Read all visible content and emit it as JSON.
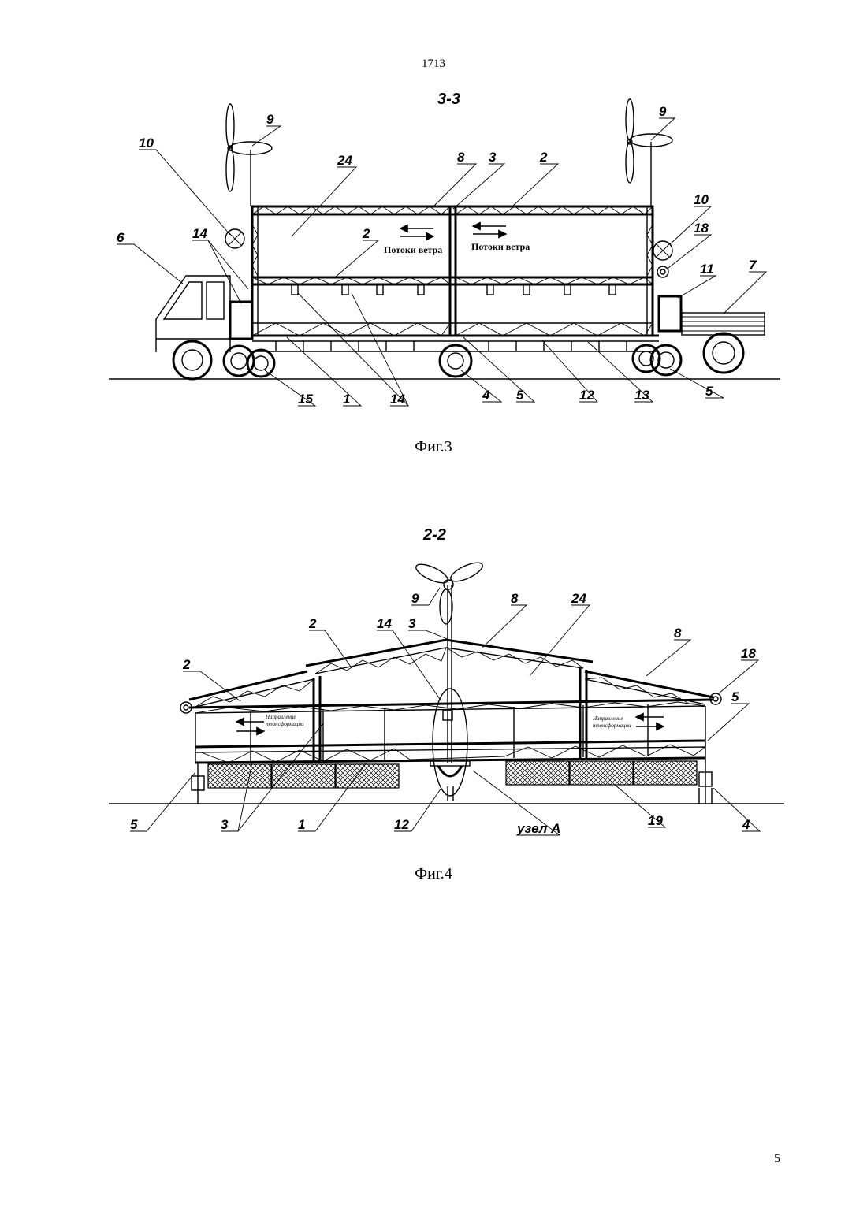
{
  "document_number": "1713",
  "page_number": "5",
  "figure3": {
    "section": "3-3",
    "caption": "Фиг.3",
    "wind_note": "Потоки ветра",
    "labels": {
      "l9a": "9",
      "l9b": "9",
      "l10a": "10",
      "l24": "24",
      "l8": "8",
      "l3": "3",
      "l2a": "2",
      "l6": "6",
      "l14a": "14",
      "l2b": "2",
      "l10b": "10",
      "l18": "18",
      "l11": "11",
      "l7": "7",
      "l15": "15",
      "l1": "1",
      "l14b": "14",
      "l4": "4",
      "l5a": "5",
      "l12": "12",
      "l13": "13",
      "l5b": "5"
    }
  },
  "figure4": {
    "section": "2-2",
    "caption": "Фиг.4",
    "transform_note_line1": "Направление",
    "transform_note_line2": "трансформации",
    "node_label": "узел А",
    "labels": {
      "l9": "9",
      "l8a": "8",
      "l24": "24",
      "l2a": "2",
      "l14": "14",
      "l3a": "3",
      "l8b": "8",
      "l2b": "2",
      "l18": "18",
      "l5a": "5",
      "l5b": "5",
      "l3b": "3",
      "l1": "1",
      "l12": "12",
      "l19": "19",
      "l4": "4"
    }
  }
}
